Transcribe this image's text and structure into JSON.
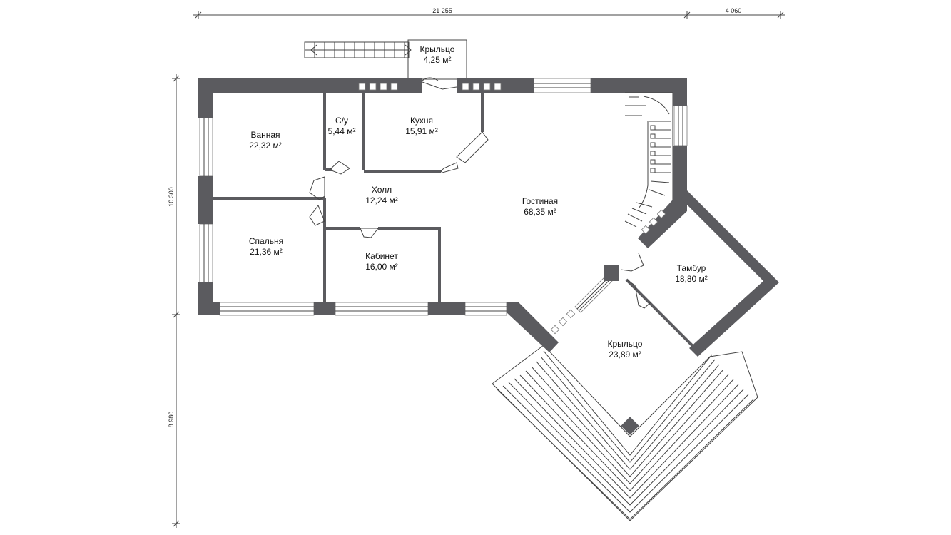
{
  "dimensions": {
    "top_main": "21 255",
    "top_extra": "4 060",
    "left_upper": "10 300",
    "left_lower": "8 980"
  },
  "rooms": {
    "porch_small": {
      "name": "Крыльцо",
      "area": "4,25 м²"
    },
    "bathroom": {
      "name": "Ванная",
      "area": "22,32 м²"
    },
    "wc": {
      "name": "С/у",
      "area": "5,44 м²"
    },
    "kitchen": {
      "name": "Кухня",
      "area": "15,91 м²"
    },
    "hall": {
      "name": "Холл",
      "area": "12,24 м²"
    },
    "living": {
      "name": "Гостиная",
      "area": "68,35 м²"
    },
    "bedroom": {
      "name": "Спальня",
      "area": "21,36 м²"
    },
    "office": {
      "name": "Кабинет",
      "area": "16,00 м²"
    },
    "vestibule": {
      "name": "Тамбур",
      "area": "18,80 м²"
    },
    "porch_large": {
      "name": "Крыльцо",
      "area": "23,89 м²"
    }
  },
  "colors": {
    "wall": "#5b5b5f",
    "line": "#444444",
    "background": "#ffffff"
  }
}
